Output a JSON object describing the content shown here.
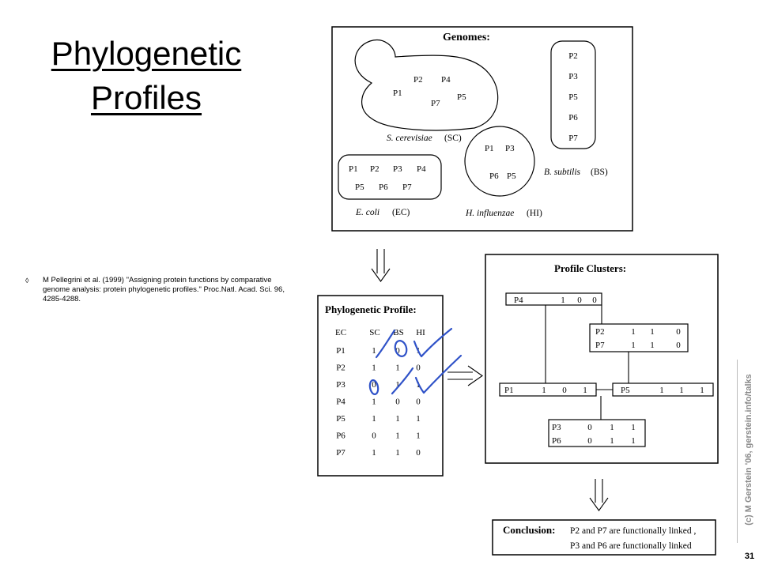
{
  "slide": {
    "title_line1": "Phylogenetic",
    "title_line2": "Profiles",
    "citation": "M Pellegrini et al. (1999) \"Assigning protein functions by comparative genome analysis: protein phylogenetic profiles.\" Proc.Natl. Acad. Sci. 96, 4285-4288.",
    "bullet_glyph": "◊",
    "side_credit": "(c) M Gerstein '06, gerstein.info/talks",
    "slide_number": "31"
  },
  "genomes": {
    "heading": "Genomes:",
    "sc": {
      "proteins": [
        "P2",
        "P4",
        "P1",
        "P7",
        "P5"
      ],
      "name_italic": "S. cerevisiae",
      "abbr": "(SC)"
    },
    "bs": {
      "proteins": [
        "P2",
        "P3",
        "P5",
        "P6",
        "P7"
      ],
      "name_italic": "B. subtilis",
      "abbr": "(BS)"
    },
    "ec": {
      "row1": [
        "P1",
        "P2",
        "P3",
        "P4"
      ],
      "row2": [
        "P5",
        "P6",
        "P7"
      ],
      "name_italic": "E. coli",
      "abbr": "(EC)"
    },
    "hi": {
      "proteins": [
        "P1",
        "P3",
        "P6",
        "P5"
      ],
      "name_italic": "H. influenzae",
      "abbr": "(HI)"
    }
  },
  "profile": {
    "heading": "Phylogenetic Profile:",
    "columns": [
      "EC",
      "SC",
      "BS",
      "HI"
    ],
    "rows": [
      {
        "label": "P1",
        "values": [
          "1",
          "0",
          "1"
        ]
      },
      {
        "label": "P2",
        "values": [
          "1",
          "1",
          "0"
        ]
      },
      {
        "label": "P3",
        "values": [
          "0",
          "1",
          "1"
        ]
      },
      {
        "label": "P4",
        "values": [
          "1",
          "0",
          "0"
        ]
      },
      {
        "label": "P5",
        "values": [
          "1",
          "1",
          "1"
        ]
      },
      {
        "label": "P6",
        "values": [
          "0",
          "1",
          "1"
        ]
      },
      {
        "label": "P7",
        "values": [
          "1",
          "1",
          "0"
        ]
      }
    ]
  },
  "clusters": {
    "heading": "Profile Clusters:",
    "p4": {
      "label": "P4",
      "values": [
        "1",
        "0",
        "0"
      ]
    },
    "p2": {
      "label": "P2",
      "values": [
        "1",
        "1",
        "0"
      ]
    },
    "p7": {
      "label": "P7",
      "values": [
        "1",
        "1",
        "0"
      ]
    },
    "p1": {
      "label": "P1",
      "values": [
        "1",
        "0",
        "1"
      ]
    },
    "p5": {
      "label": "P5",
      "values": [
        "1",
        "1",
        "1"
      ]
    },
    "p3": {
      "label": "P3",
      "values": [
        "0",
        "1",
        "1"
      ]
    },
    "p6": {
      "label": "P6",
      "values": [
        "0",
        "1",
        "1"
      ]
    }
  },
  "conclusion": {
    "label": "Conclusion:",
    "line1": "P2 and P7 are functionally linked ,",
    "line2": "P3 and P6 are functionally linked"
  },
  "colors": {
    "ink": "#000000",
    "annotation_blue": "#2f52c8",
    "credit_gray": "#8a8a8a"
  }
}
